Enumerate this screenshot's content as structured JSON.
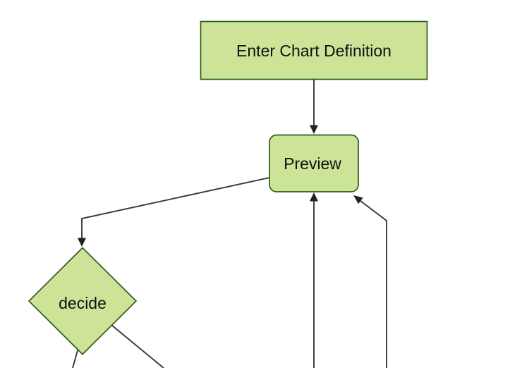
{
  "diagram": {
    "type": "flowchart",
    "orientation": "top-down",
    "nodes": [
      {
        "id": "enter-chart-definition",
        "label": "Enter Chart Definition",
        "shape": "rectangle"
      },
      {
        "id": "preview",
        "label": "Preview",
        "shape": "rounded-rectangle"
      },
      {
        "id": "decide",
        "label": "decide",
        "shape": "diamond"
      }
    ],
    "edges": [
      {
        "from": "enter-chart-definition",
        "to": "preview",
        "arrow": "down"
      },
      {
        "from": "preview",
        "to": "decide",
        "arrow": "down"
      },
      {
        "from": "decide",
        "to": "offscreen-bottom-left",
        "arrow": "none-visible"
      },
      {
        "from": "decide",
        "to": "offscreen-bottom-right",
        "arrow": "none-visible"
      },
      {
        "from": "offscreen-bottom",
        "to": "preview",
        "arrow": "up"
      },
      {
        "from": "offscreen-bottom-right",
        "to": "preview",
        "arrow": "up-left"
      }
    ]
  },
  "colors": {
    "background": "#ffffff",
    "node_fill": "#cde498",
    "node_stroke": "#2f5c1a",
    "edge_color": "#383838",
    "arrow_color": "#222222",
    "text_color": "#111111"
  }
}
